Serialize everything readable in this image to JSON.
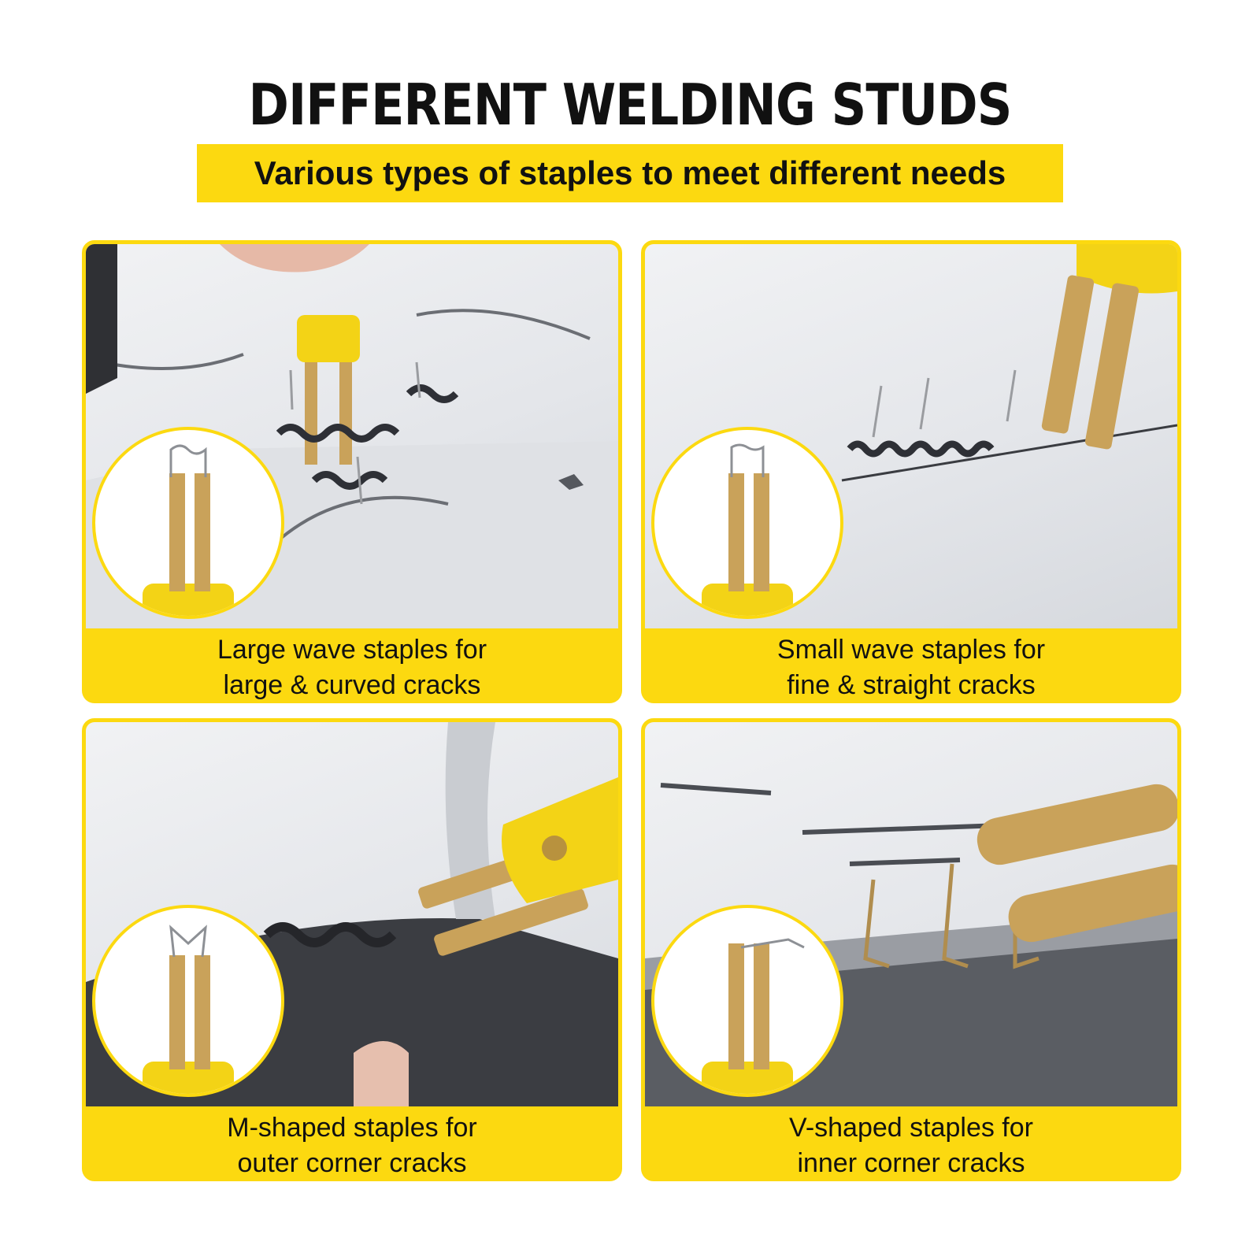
{
  "header": {
    "title": "DIFFERENT WELDING STUDS",
    "subtitle": "Various types of staples to meet different needs"
  },
  "colors": {
    "accent": "#fcd910",
    "text": "#111111",
    "brass": "#c9a25a",
    "plastic": "#e8e9ec",
    "dark_plastic": "#3b3d42"
  },
  "cards": [
    {
      "line1": "Large wave staples for",
      "line2": "large & curved cracks"
    },
    {
      "line1": "Small wave staples for",
      "line2": "fine & straight cracks"
    },
    {
      "line1": "M-shaped staples for",
      "line2": "outer corner cracks"
    },
    {
      "line1": "V-shaped staples for",
      "line2": "inner corner cracks"
    }
  ]
}
